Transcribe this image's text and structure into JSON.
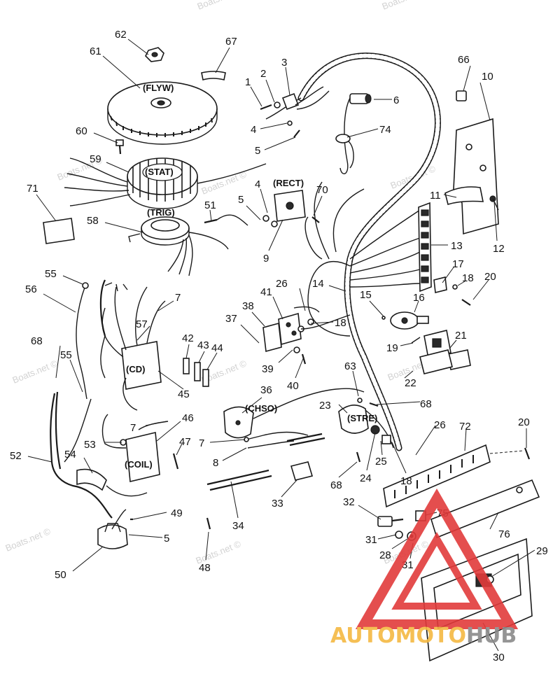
{
  "watermarks": {
    "w1": "Boats.net",
    "w2": "Boats.net",
    "w3": "Boats.net ©",
    "w4": "Boats.net ©",
    "w5": "Boats.net ©",
    "w6": "Boats.net ©",
    "w7": "Boats.net ©",
    "w8": "Boats.net ©",
    "w9": "Boats.net ©",
    "w10": "Boats.net ©",
    "w11": "Boats.net ©"
  },
  "component_labels": {
    "flyw": "(FLYW)",
    "stat": "(STAT)",
    "trig": "(TRIG)",
    "rect": "(RECT)",
    "cd": "(CD)",
    "chso": "(CHSO)",
    "coil": "(COIL)",
    "stre": "(STRE)"
  },
  "callouts": {
    "c62": "62",
    "c67": "67",
    "c61": "61",
    "c60": "60",
    "c59": "59",
    "c71": "71",
    "c58": "58",
    "c51": "51",
    "c1": "1",
    "c2": "2",
    "c3": "3",
    "c6": "6",
    "c4a": "4",
    "c5a": "5",
    "c74": "74",
    "c66": "66",
    "c10": "10",
    "c4b": "4",
    "c5b": "5",
    "c70": "70",
    "c9": "9",
    "c11": "11",
    "c12": "12",
    "c13": "13",
    "c17": "17",
    "c18a": "18",
    "c20a": "20",
    "c55a": "55",
    "c56": "56",
    "c7a": "7",
    "c57": "57",
    "c41": "41",
    "c26a": "26",
    "c38": "38",
    "c37": "37",
    "c14": "14",
    "c15": "15",
    "c16": "16",
    "c18b": "18",
    "c21": "21",
    "c19": "19",
    "c22": "22",
    "c68a": "68",
    "c55b": "55",
    "c42": "42",
    "c43": "43",
    "c44": "44",
    "c45": "45",
    "c39": "39",
    "c40": "40",
    "c63": "63",
    "c36": "36",
    "c23": "23",
    "c68b": "68",
    "c52": "52",
    "c7b": "7",
    "c46": "46",
    "c53": "53",
    "c47": "47",
    "c7c": "7",
    "c8": "8",
    "c54": "54",
    "c25": "25",
    "c26b": "26",
    "c72": "72",
    "c20b": "20",
    "c24": "24",
    "c18c": "18",
    "c68c": "68",
    "c33": "33",
    "c34": "34",
    "c32": "32",
    "c75": "75",
    "c49": "49",
    "c5c": "5",
    "c31a": "31",
    "c28": "28",
    "c31b": "31",
    "c76": "76",
    "c29": "29",
    "c50": "50",
    "c48": "48",
    "c30": "30"
  },
  "brand": {
    "part1": "AUTOMOTO",
    "part2": "HUB"
  },
  "colors": {
    "ink": "#1a1a1a",
    "brand_red": "#e23b3b",
    "brand_orange": "#f5b942",
    "brand_gray": "#8a8a8a"
  }
}
